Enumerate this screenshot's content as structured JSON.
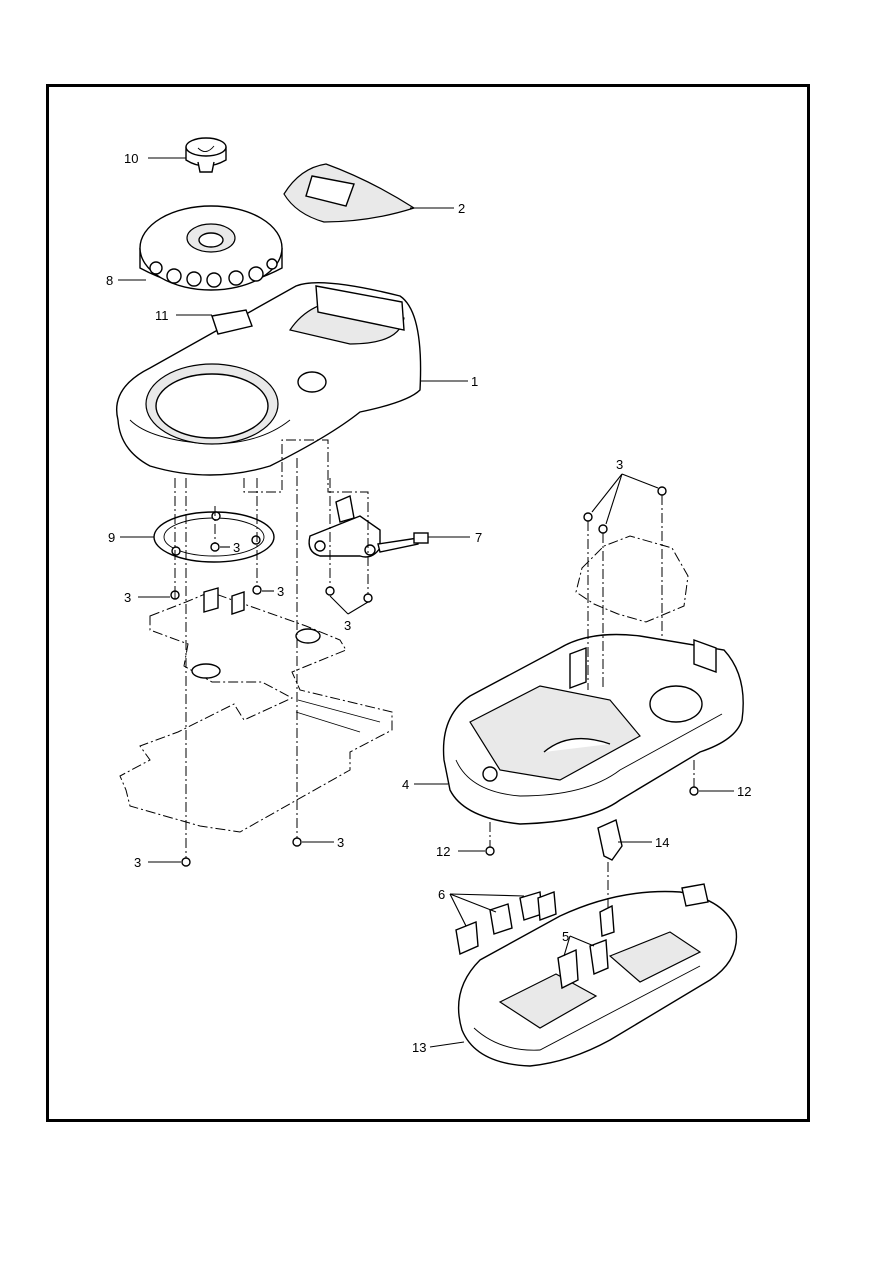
{
  "diagram": {
    "callouts": {
      "c10": "10",
      "c2": "2",
      "c8": "8",
      "c11": "11",
      "c1": "1",
      "c3_top_right": "3",
      "c9": "9",
      "c3_ring": "3",
      "c7": "7",
      "c3_left": "3",
      "c3_mid": "3",
      "c3_bracket": "3",
      "c3_board": "3",
      "c3_bottom": "3",
      "c4": "4",
      "c12_right": "12",
      "c12_left": "12",
      "c14": "14",
      "c6": "6",
      "c5": "5",
      "c13": "13"
    }
  }
}
